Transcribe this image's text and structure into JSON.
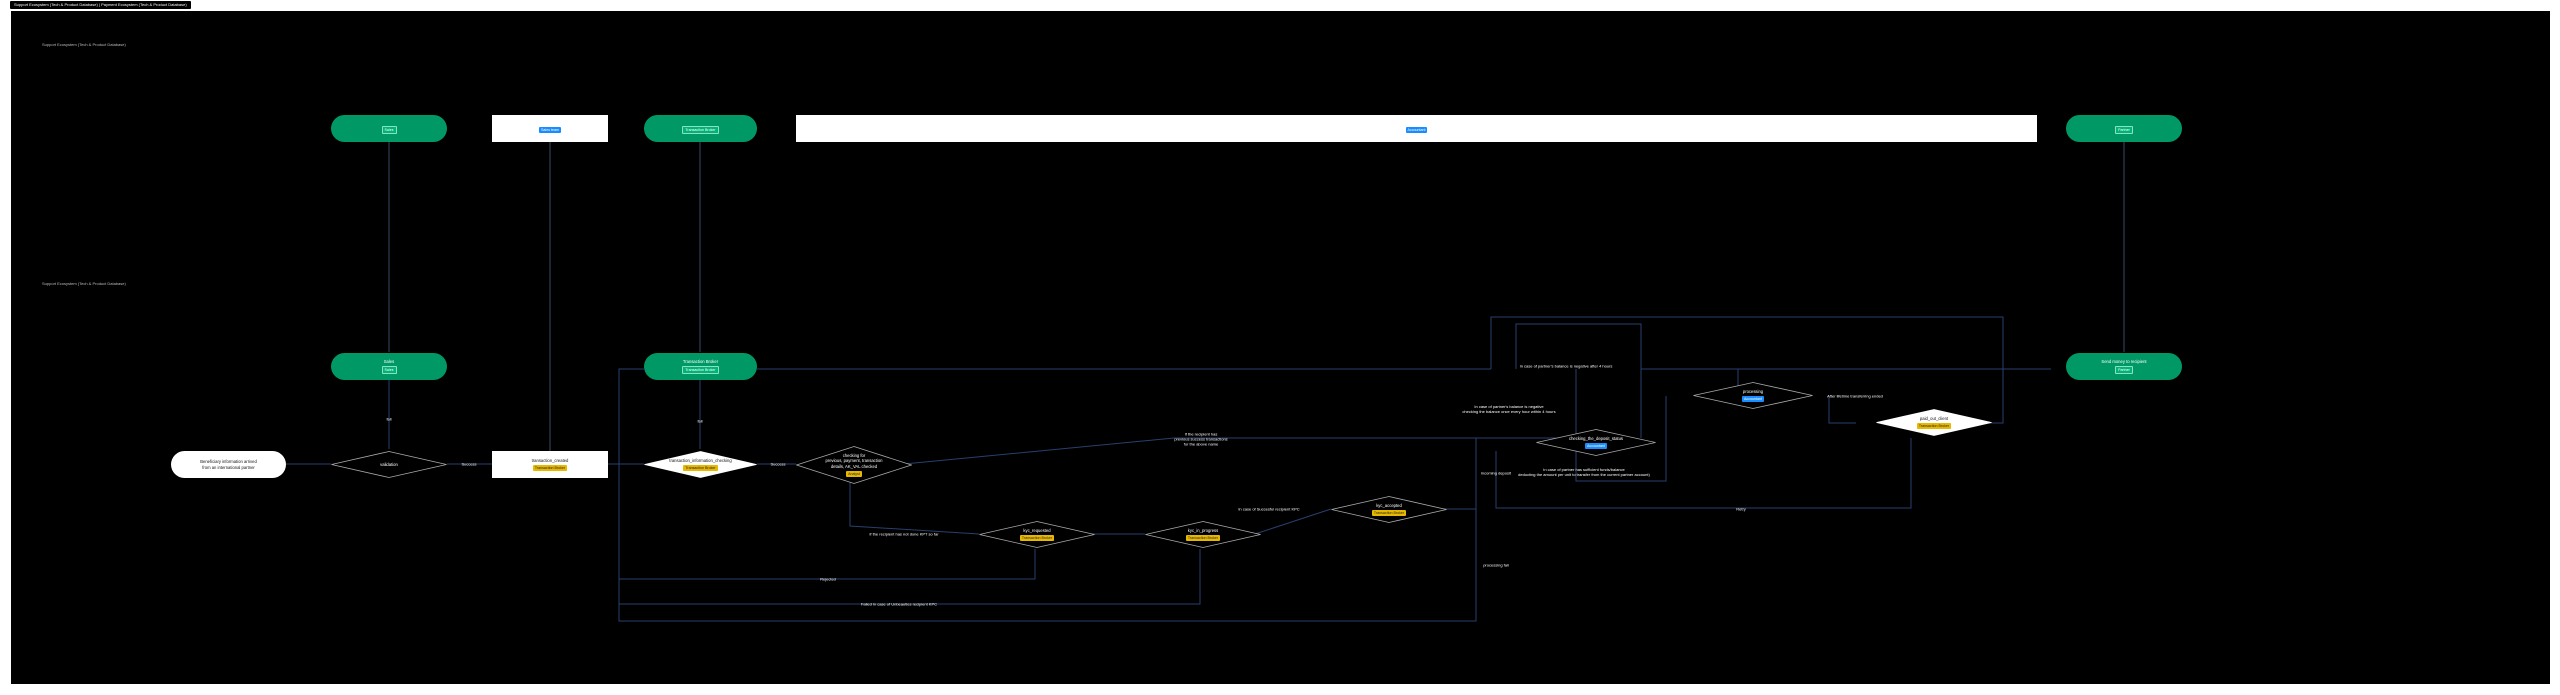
{
  "diagram_title": "Support Ecosystem (Tech & Product Database) | Payment Ecosystem (Tech & Product Database)",
  "lanes": [
    "Support Ecosystem (Tech & Product Database)",
    "Support Ecosystem (Tech & Product Database)"
  ],
  "top_row": {
    "box1": "Sales",
    "box2": "Sales team",
    "box3": "Transaction Broker",
    "box4": "Accountant",
    "box5": "Partner"
  },
  "mid_row": {
    "sales": {
      "title": "Sales",
      "tag": "Sales"
    },
    "txbroker": {
      "title": "Transaction Broker",
      "tag": "Transaction Broker"
    },
    "partner": {
      "title": "Send money to recipient",
      "tag": "Partner"
    }
  },
  "start": {
    "line1": "Beneficiary information arrived",
    "line2": "from an international partner"
  },
  "validation": "validation",
  "transaction_created": {
    "title": "transaction_created",
    "tag": "Transaction Broker"
  },
  "tx_info_checking": {
    "title": "transaction_information_checking",
    "tag": "Transaction Broker"
  },
  "checking_for": {
    "line1": "checking for",
    "line2": "previous, payment, transaction",
    "line3": "details, AK_VAL checked",
    "tag": "Analyst"
  },
  "kyc_requested": {
    "title": "kyc_requested",
    "tag": "Transaction Broker"
  },
  "kyc_in_progress": {
    "title": "kyc_in_progress",
    "tag": "Transaction Broker"
  },
  "kyc_accepted": {
    "title": "kyc_accepted",
    "tag": "Transaction Broker"
  },
  "checking_deposit": {
    "title": "checking_the_deposit_status",
    "tag": "Accountant"
  },
  "processing": {
    "title": "processing",
    "tag": "Accountant"
  },
  "paid_for_client": {
    "title": "paid_out_client",
    "tag": "Transaction Broker"
  },
  "edge_labels": {
    "fail1": "fail",
    "success1": "Success",
    "fail2": "fail",
    "success2": "Success",
    "kyc_all_fpt": "if the recipient has not done KPT so far",
    "kyc_success": "In case of Succesful recipient KPC",
    "rejected": "Rejected",
    "failed_kyc": "Failed in case of Unbeauties recipient KPC",
    "prev_tx": "If the recipient has\nprevious success transactions\nfor the above name",
    "neg_balance": "In case of partner's balance is negative\nchecking the balance once every hour within 4 hours",
    "neg_balance_4h": "In case of partner's balance is negative after 4 hours",
    "sufficient": "In case of partner has sufficient funds/balance\ndeducting the amount per unit to transfer from the current partner account)",
    "incoming_deposit": "incoming deposit",
    "incoming_fail": "processing fail",
    "after_transfer": "After lifetime transferring ended",
    "retry": "Retry"
  },
  "colors": {
    "canvas": "#000000",
    "green": "#009966",
    "edge": "#27406e",
    "tag_yellow": "#e6b800",
    "tag_blue": "#1a8cff"
  }
}
